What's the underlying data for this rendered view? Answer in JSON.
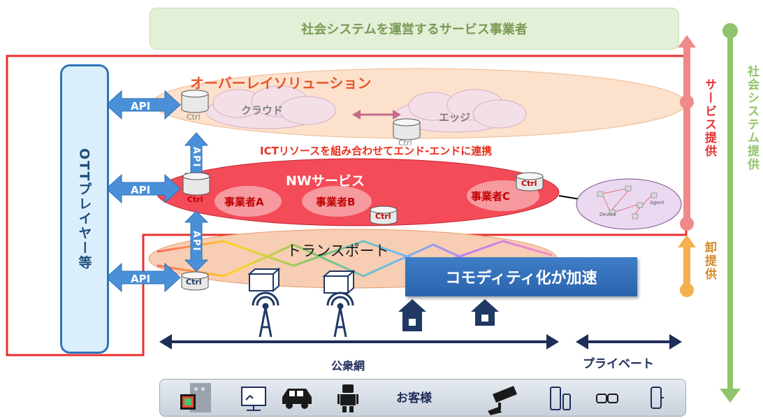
{
  "banner": {
    "top": "社会システムを運営するサービス事業者"
  },
  "ott": {
    "label": "OTTプレイヤー等"
  },
  "overlay": {
    "title": "オーバーレイソリューション",
    "cloud": "クラウド",
    "edge": "エッジ"
  },
  "ict": {
    "caption": "ICTリソースを組み合わせてエンド-エンドに連携"
  },
  "nw": {
    "title": "NWサービス",
    "op_a": "事業者A",
    "op_b": "事業者B",
    "op_c": "事業者C"
  },
  "device_graph": {
    "device": "Device",
    "agent": "Agent"
  },
  "transport": {
    "title": "トランスポート"
  },
  "commodity": {
    "label": "コモディティ化が加速"
  },
  "ctrl": {
    "label": "Ctrl"
  },
  "api": {
    "label": "API"
  },
  "right": {
    "service": "サービス提供",
    "wholesale": "卸提供",
    "social": "社会システム提供"
  },
  "network": {
    "public": "公衆網",
    "private": "プライベート"
  },
  "customer": {
    "label": "お客様"
  },
  "colors": {
    "red": "#e83030",
    "blue": "#2e75b6",
    "green": "#8fc56a",
    "orange": "#f5b04d",
    "navy": "#1f2d5a"
  },
  "icons": [
    "building-chip-icon",
    "monitor-icon",
    "car-icon",
    "robot-icon",
    "camera-icon",
    "phone-icon",
    "glasses-icon",
    "watch-icon",
    "antenna-icon",
    "house-icon",
    "server-cube-icon"
  ]
}
